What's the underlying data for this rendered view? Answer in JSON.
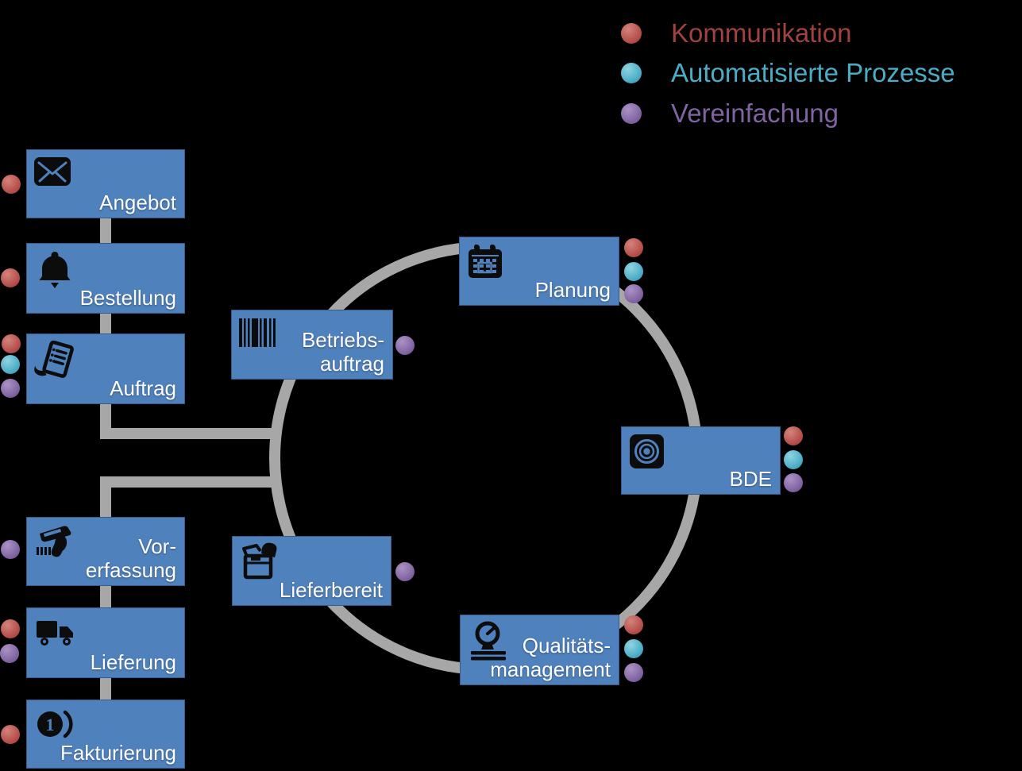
{
  "legend": {
    "items": [
      {
        "id": "kommunikation",
        "label": "Kommunikation",
        "dot_color": "#C0504D",
        "text_color": "#A04241"
      },
      {
        "id": "automatisierte-prozesse",
        "label": "Automatisierte Prozesse",
        "dot_color": "#4BACC6",
        "text_color": "#4BACC6"
      },
      {
        "id": "vereinfachung",
        "label": "Vereinfachung",
        "dot_color": "#8064A2",
        "text_color": "#8064A2"
      }
    ]
  },
  "chain": {
    "boxes": [
      {
        "id": "angebot",
        "lines": [
          "Angebot"
        ],
        "icon": "envelope-icon",
        "dots": [
          "red"
        ]
      },
      {
        "id": "bestellung",
        "lines": [
          "Bestellung"
        ],
        "icon": "bell-icon",
        "dots": [
          "red"
        ]
      },
      {
        "id": "auftrag",
        "lines": [
          "Auftrag"
        ],
        "icon": "document-list-icon",
        "dots": [
          "red",
          "teal",
          "purple"
        ]
      },
      {
        "id": "vorerfassung",
        "lines": [
          "Vor-",
          "erfassung"
        ],
        "icon": "barcode-scanner-icon",
        "dots": [
          "purple"
        ]
      },
      {
        "id": "lieferung",
        "lines": [
          "Lieferung"
        ],
        "icon": "truck-icon",
        "dots": [
          "red",
          "purple"
        ]
      },
      {
        "id": "fakturierung",
        "lines": [
          "Fakturierung"
        ],
        "icon": "coin-icon",
        "dots": [
          "red"
        ]
      }
    ]
  },
  "cycle": {
    "boxes": [
      {
        "id": "betriebsauftrag",
        "lines": [
          "Betriebs-",
          "auftrag"
        ],
        "icon": "barcode-icon",
        "dots": [
          "purple"
        ]
      },
      {
        "id": "planung",
        "lines": [
          "Planung"
        ],
        "icon": "calendar-icon",
        "dots": [
          "red",
          "teal",
          "purple"
        ]
      },
      {
        "id": "bde",
        "lines": [
          "BDE"
        ],
        "icon": "target-icon",
        "dots": [
          "red",
          "teal",
          "purple"
        ]
      },
      {
        "id": "qualitaetsmanagement",
        "lines": [
          "Qualitäts-",
          "management"
        ],
        "icon": "gauge-icon",
        "dots": [
          "red",
          "teal",
          "purple"
        ]
      },
      {
        "id": "lieferbereit",
        "lines": [
          "Lieferbereit"
        ],
        "icon": "package-icon",
        "dots": [
          "purple"
        ]
      }
    ]
  },
  "colors": {
    "background": "#000000",
    "box_blue": "#4F81BD",
    "wire_gray": "#A7A7A7",
    "box_label_text": "#FFFFFF",
    "dot_red": "#C0504D",
    "dot_teal": "#4BACC6",
    "dot_purple": "#8064A2"
  }
}
